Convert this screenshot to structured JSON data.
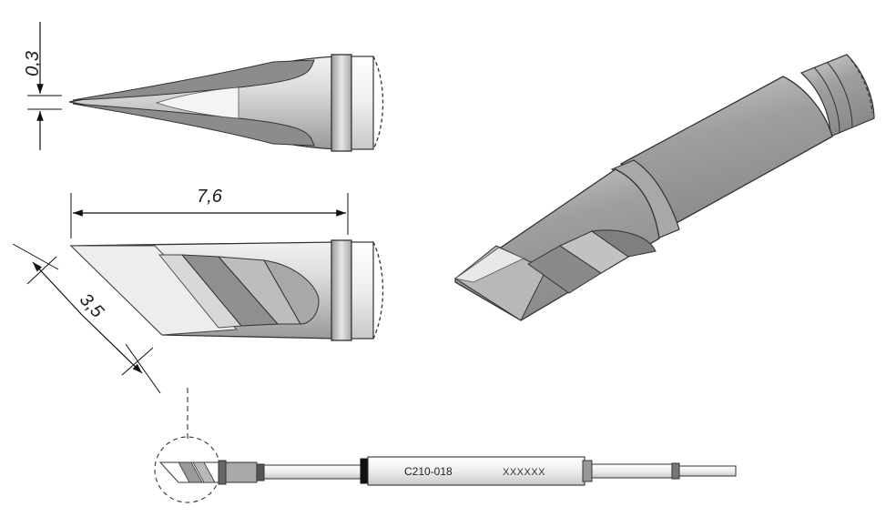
{
  "dimensions": {
    "thickness": "0,3",
    "length": "7,6",
    "width": "3,5"
  },
  "part": {
    "code": "C210-018",
    "lot": "XXXXXX"
  }
}
